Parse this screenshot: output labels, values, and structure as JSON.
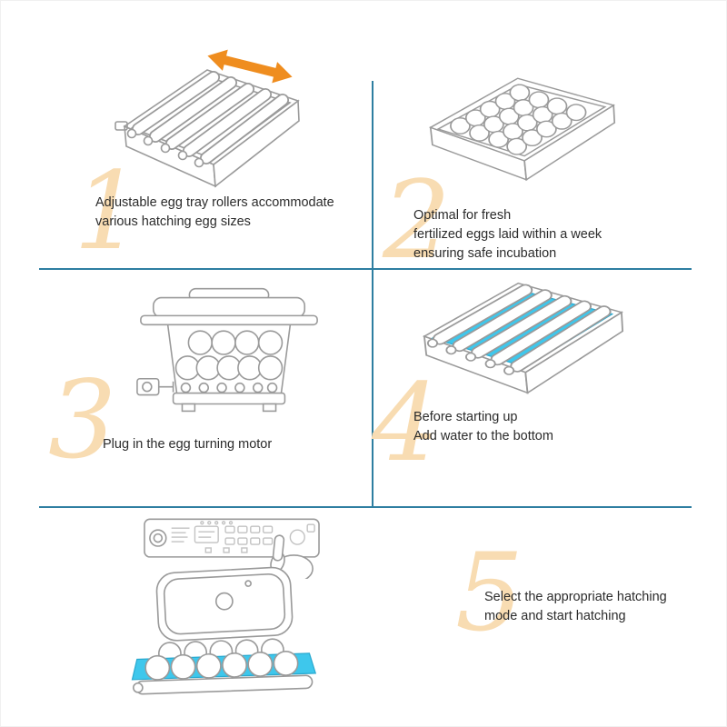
{
  "steps": [
    {
      "number": "1",
      "text_lines": [
        "Adjustable egg tray rollers accommodate",
        "various hatching egg sizes"
      ]
    },
    {
      "number": "2",
      "text_lines": [
        "Optimal for fresh",
        "fertilized eggs laid within a week",
        "ensuring safe incubation"
      ]
    },
    {
      "number": "3",
      "text_lines": [
        "Plug in the egg turning motor"
      ]
    },
    {
      "number": "4",
      "text_lines": [
        "Before starting up",
        "Add water to the bottom"
      ]
    },
    {
      "number": "5",
      "text_lines": [
        "Select the appropriate hatching",
        "mode and start hatching"
      ]
    }
  ],
  "colors": {
    "divider": "#2e7ea1",
    "accent_arrow": "#ef8d1f",
    "step_number": "#f8dcb2",
    "water": "#3ec7ec",
    "line_art": "#9a9a9a"
  }
}
